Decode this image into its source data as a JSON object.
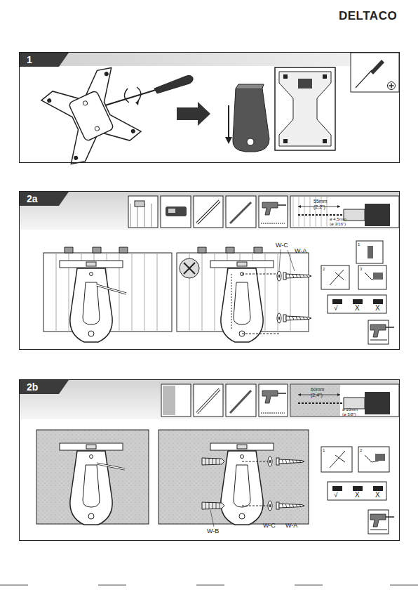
{
  "diagram": {
    "nodes": [
      {
        "text": [
          "1"
        ]
      },
      {
        "text": [
          "2a"
        ]
      },
      {
        "text": [
          "2b"
        ]
      }
    ],
    "labels": [
      "DELTACO",
      "55mm",
      "(2.2\")",
      "ø 4,5mm",
      "(ø 3/16\")",
      "W-C",
      "W-A",
      "1",
      "2",
      "3",
      "√",
      "X",
      "X",
      "60mm",
      "(2,4\")",
      "ø 10mm",
      "(ø 3/8\")",
      "1",
      "2",
      "√",
      "X",
      "X",
      "W-B",
      "W-C",
      "W-A"
    ]
  }
}
